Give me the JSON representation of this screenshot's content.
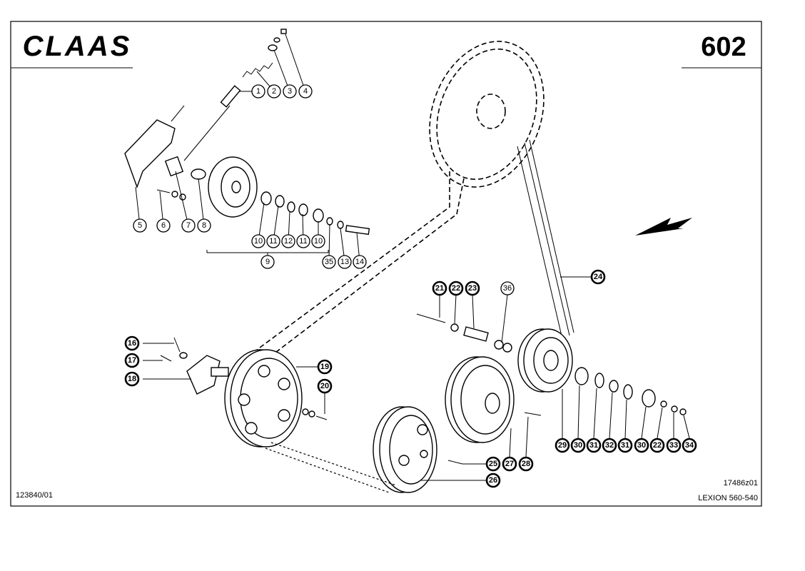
{
  "header": {
    "brand": "CLAAS",
    "page_number": "602"
  },
  "footer": {
    "left_code": "123840/01",
    "drawing_code": "17486z01",
    "model": "LEXION 560-540"
  },
  "callouts": {
    "c1": "1",
    "c2": "2",
    "c3": "3",
    "c4": "4",
    "c5": "5",
    "c6": "6",
    "c7": "7",
    "c8": "8",
    "c9": "9",
    "c10a": "10",
    "c11a": "11",
    "c12": "12",
    "c11b": "11",
    "c10b": "10",
    "c35": "35",
    "c13": "13",
    "c14": "14",
    "c16": "16",
    "c17": "17",
    "c18": "18",
    "c19": "19",
    "c20": "20",
    "c21": "21",
    "c22a": "22",
    "c23": "23",
    "c36": "36",
    "c24": "24",
    "c25": "25",
    "c26": "26",
    "c27": "27",
    "c28": "28",
    "c29": "29",
    "c30a": "30",
    "c31a": "31",
    "c32": "32",
    "c31b": "31",
    "c30b": "30",
    "c22b": "22",
    "c33": "33",
    "c34": "34"
  }
}
